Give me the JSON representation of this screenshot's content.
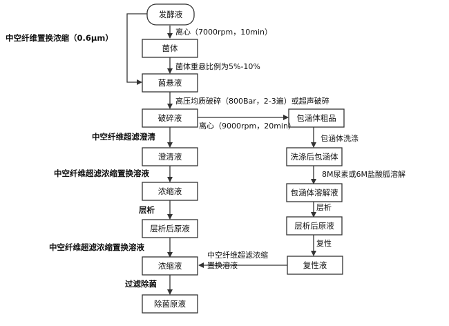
{
  "nodes": {
    "fermentation_broth": "发酵液",
    "cells": "菌体",
    "cell_suspension": "菌悬液",
    "lysate": "破碎液",
    "clarified": "澄清液",
    "concentrate_1": "浓缩液",
    "post_chrom": "层析后原液",
    "concentrate_2": "浓缩液",
    "sterile_stock": "除菌原液",
    "inclusion_crude": "包涵体粗品",
    "washed_inclusion": "洗涤后包涵体",
    "inclusion_solution": "包涵体溶解液",
    "post_chrom_right": "层析后原液",
    "renatured": "复性液"
  },
  "labels": {
    "centrifuge_1": "离心（7000rpm，10min）",
    "resuspend_ratio": "菌体重悬比例为5%-10%",
    "hollow_fiber_exchange": "中空纤维置换浓缩（0.6μm）",
    "homogenize": "高压均质破碎（800Bar，2-3遍）或超声破碎",
    "centrifuge_2": "离心（9000rpm，20min）",
    "uf_clarify": "中空纤维超滤澄清",
    "uf_concentrate_1": "中空纤维超滤浓缩置换溶液",
    "chromatography": "层析",
    "uf_concentrate_2": "中空纤维超滤浓缩置换溶液",
    "filter_sterilize": "过滤除菌",
    "inclusion_wash": "包涵体洗涤",
    "urea_dissolve": "8M尿素或6M盐酸胍溶解",
    "chromatography_right": "层析",
    "renature": "复性",
    "uf_exchange_line1": "中空纤维超滤浓缩",
    "uf_exchange_line2": "置换溶液"
  }
}
